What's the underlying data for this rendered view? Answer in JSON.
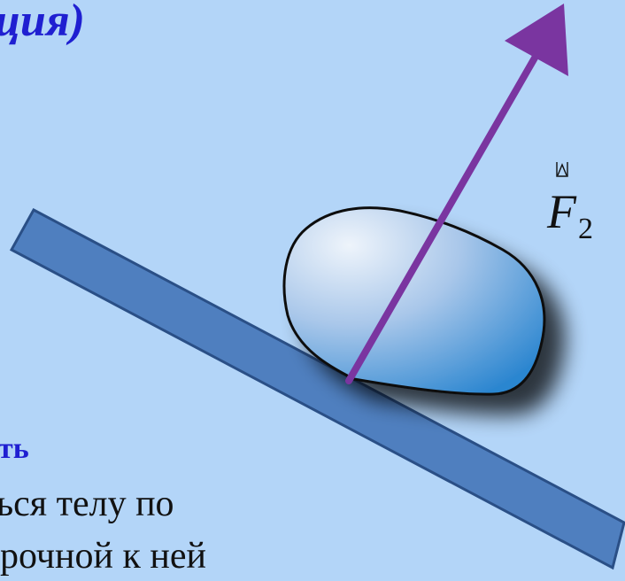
{
  "title_fragment": "ция)",
  "word_fragment": "ть",
  "text_line_1": "ься телу по",
  "text_line_2": "рочной к ней",
  "force_label": {
    "symbol": "F",
    "subscript": "2"
  },
  "colors": {
    "background": "#b3d5f8",
    "plank": "#4f7fbf",
    "arrow": "#7a35a0",
    "title": "#1f1fd1"
  }
}
